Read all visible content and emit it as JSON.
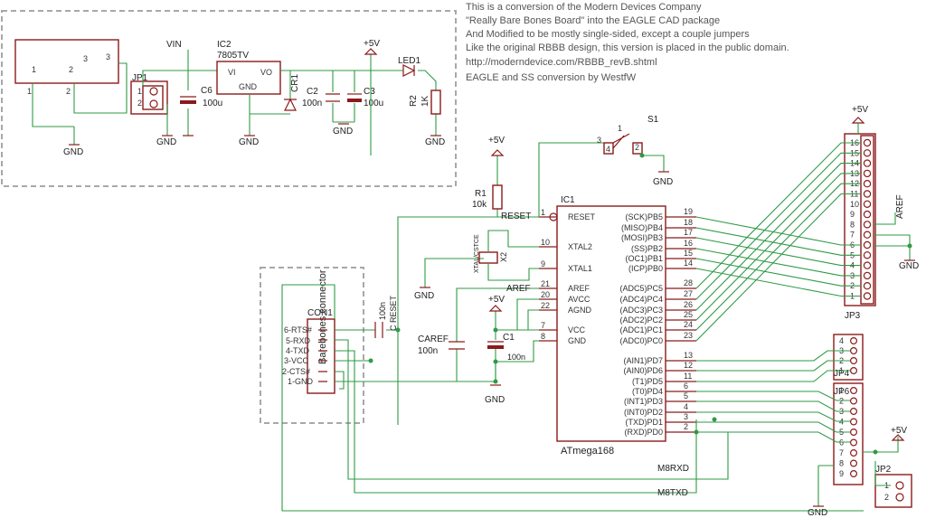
{
  "notes": [
    "This is a conversion of the Modern Devices Company",
    "\"Really Bare Bones Board\" into the EAGLE CAD package",
    "And Modified to be mostly single-sided, except a couple jumpers",
    "Like the original RBBB design, this version is placed in the public domain.",
    "http://moderndevice.com/RBBB_revB.shtml",
    "EAGLE and SS conversion by WestfW"
  ],
  "power_section": {
    "conn_pins": [
      "1",
      "2",
      "3"
    ],
    "conn_side_pins": [
      "3"
    ],
    "conn_bottom_pins": [
      "1",
      "2"
    ],
    "vin": "VIN",
    "ic2_name": "IC2",
    "ic2_part": "7805TV",
    "ic2_vi": "VI",
    "ic2_vo": "VO",
    "ic2_gnd": "GND",
    "jp1": "JP1",
    "jp1_pins": [
      "1",
      "2"
    ],
    "c6": "C6",
    "c6_val": "100u",
    "cr1": "CR1",
    "c2": "C2",
    "c2_val": "100n",
    "c3": "C3",
    "c3_val": "100u",
    "led1": "LED1",
    "r2": "R2",
    "r2_val": "1K",
    "plus5v": "+5V",
    "gnd": "GND"
  },
  "mcu": {
    "name": "IC1",
    "part": "ATmega168",
    "left_pins": [
      {
        "num": "1",
        "label": "RESET"
      },
      {
        "num": "10",
        "label": "XTAL2"
      },
      {
        "num": "9",
        "label": "XTAL1"
      },
      {
        "num": "21",
        "label": "AREF"
      },
      {
        "num": "20",
        "label": "AVCC"
      },
      {
        "num": "22",
        "label": "AGND"
      },
      {
        "num": "7",
        "label": "VCC"
      },
      {
        "num": "8",
        "label": "GND"
      }
    ],
    "right_pins": [
      {
        "num": "19",
        "label": "(SCK)PB5"
      },
      {
        "num": "18",
        "label": "(MISO)PB4"
      },
      {
        "num": "17",
        "label": "(MOSI)PB3"
      },
      {
        "num": "16",
        "label": "(SS)PB2"
      },
      {
        "num": "15",
        "label": "(OC1)PB1"
      },
      {
        "num": "14",
        "label": "(ICP)PB0"
      },
      {
        "num": "28",
        "label": "(ADC5)PC5"
      },
      {
        "num": "27",
        "label": "(ADC4)PC4"
      },
      {
        "num": "26",
        "label": "(ADC3)PC3"
      },
      {
        "num": "25",
        "label": "(ADC2)PC2"
      },
      {
        "num": "24",
        "label": "(ADC1)PC1"
      },
      {
        "num": "23",
        "label": "(ADC0)PC0"
      },
      {
        "num": "13",
        "label": "(AIN1)PD7"
      },
      {
        "num": "12",
        "label": "(AIN0)PD6"
      },
      {
        "num": "11",
        "label": "(T1)PD5"
      },
      {
        "num": "6",
        "label": "(T0)PD4"
      },
      {
        "num": "5",
        "label": "(INT1)PD3"
      },
      {
        "num": "4",
        "label": "(INT0)PD2"
      },
      {
        "num": "3",
        "label": "(TXD)PD1"
      },
      {
        "num": "2",
        "label": "(RXD)PD0"
      }
    ]
  },
  "parts": {
    "r1": "R1",
    "r1_val": "10k",
    "reset_net": "RESET",
    "x2": "X2",
    "x2_part": "XTAL/CSTCE",
    "s1": "S1",
    "s1_pins": [
      "1",
      "2",
      "3",
      "4"
    ],
    "aref_net": "AREF",
    "caref": "CAREF",
    "caref_val": "100n",
    "c1": "C1",
    "c1_val": "100n",
    "c_reset": "C RESET",
    "c_reset_val": "100n",
    "jp3": "JP3",
    "jp3_pins": [
      "16",
      "15",
      "14",
      "13",
      "12",
      "11",
      "10",
      "9",
      "8",
      "7",
      "6",
      "5",
      "4",
      "3",
      "2",
      "1"
    ],
    "aref_label": "AREF",
    "jp4": "JP4",
    "jp4_pins": [
      "4",
      "3",
      "2",
      "1"
    ],
    "jp6": "JP6",
    "jp6_pins": [
      "1",
      "2",
      "3",
      "4",
      "5",
      "6",
      "7",
      "8",
      "9"
    ],
    "jp2": "JP2",
    "jp2_pins": [
      "1",
      "2"
    ],
    "m8rxd": "M8RXD",
    "m8txd": "M8TXD"
  },
  "con1": {
    "name": "CON1",
    "title": "Barebones connector",
    "pins": [
      "6-RTS#",
      "5-RXD",
      "4-TXD",
      "3-VCC",
      "2-CTS#",
      "1-GND"
    ]
  }
}
